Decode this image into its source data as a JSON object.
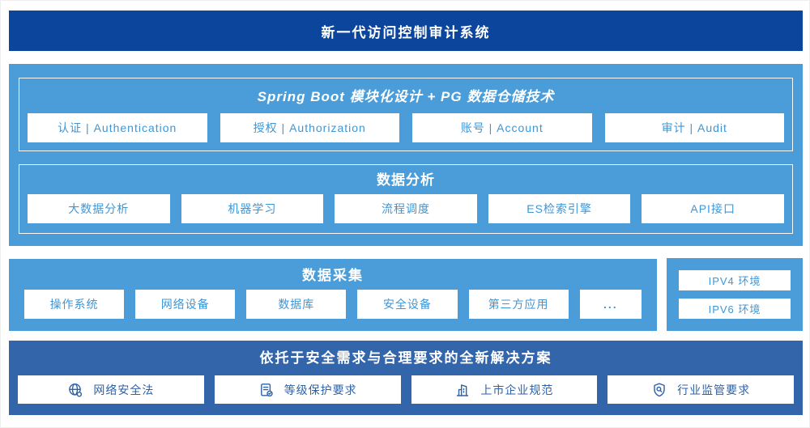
{
  "page": {
    "title": "新一代访问控制审计系统"
  },
  "platform": {
    "title": "Spring Boot 模块化设计 + PG 数据仓储技术",
    "modules": [
      "认证 | Authentication",
      "授权 | Authorization",
      "账号 | Account",
      "审计 | Audit"
    ]
  },
  "analysis": {
    "title": "数据分析",
    "items": [
      "大数据分析",
      "机器学习",
      "流程调度",
      "ES检索引擎",
      "API接口"
    ]
  },
  "collection": {
    "title": "数据采集",
    "items": [
      "操作系统",
      "网络设备",
      "数据库",
      "安全设备",
      "第三方应用",
      "..."
    ]
  },
  "environments": {
    "items": [
      "IPV4 环境",
      "IPV6 环境"
    ]
  },
  "solution": {
    "title": "依托于安全需求与合理要求的全新解决方案",
    "items": [
      {
        "icon": "globe-icon",
        "label": "网络安全法"
      },
      {
        "icon": "document-check-icon",
        "label": "等级保护要求"
      },
      {
        "icon": "building-icon",
        "label": "上市企业规范"
      },
      {
        "icon": "shield-search-icon",
        "label": "行业监管要求"
      }
    ]
  },
  "colors": {
    "header_blue": "#0B459C",
    "section_light_blue": "#4A9DD8",
    "box_text_blue": "#3E96D6",
    "solution_band_blue": "#3365AB",
    "icon_text_blue": "#2E62A8"
  }
}
